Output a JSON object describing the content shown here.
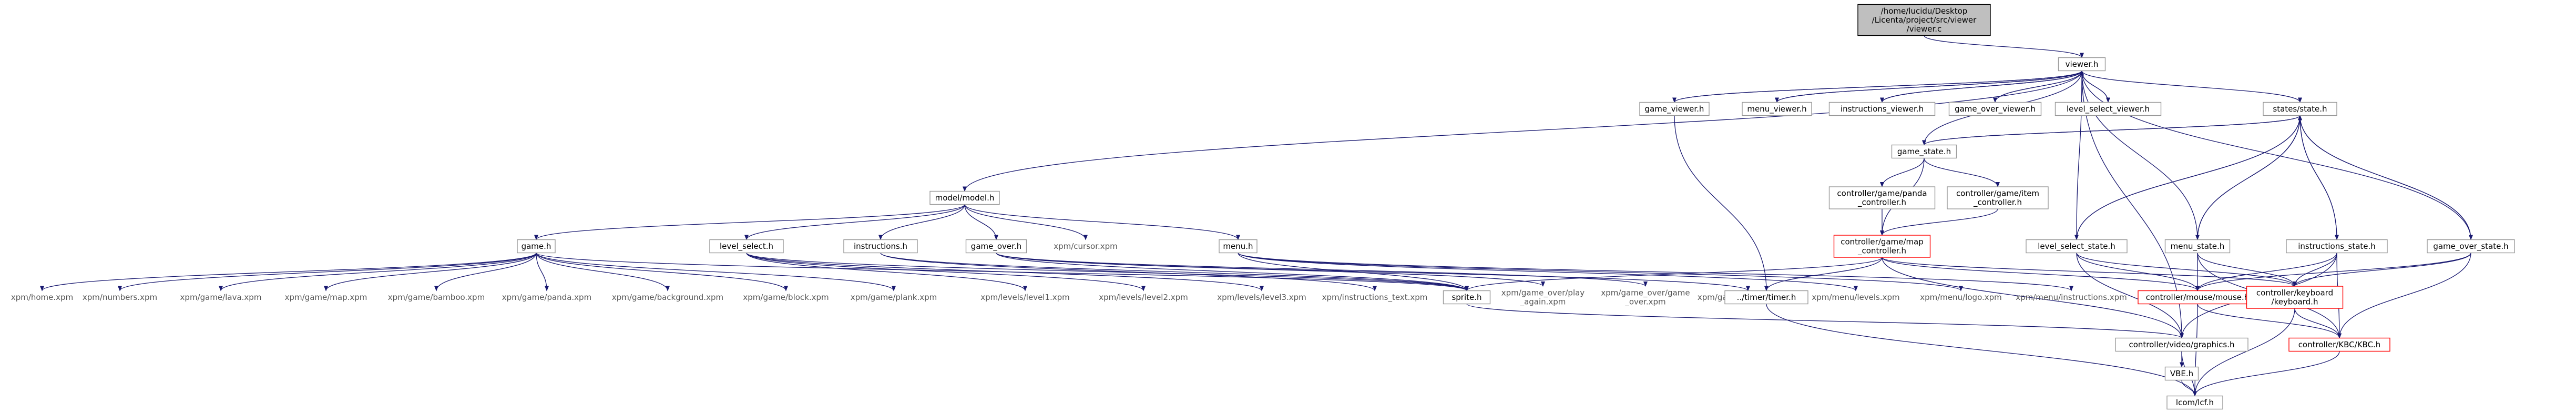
{
  "title": "/home/lucidu/Desktop/Licenta/project/src/viewer/viewer.c",
  "nodes": [
    {
      "id": "root",
      "label": [
        "/home/lucidu/Desktop",
        "/Licenta/project/src/viewer",
        "/viewer.c"
      ],
      "style": "root"
    },
    {
      "id": "viewer_h",
      "label": [
        "viewer.h"
      ]
    },
    {
      "id": "game_viewer_h",
      "label": [
        "game_viewer.h"
      ]
    },
    {
      "id": "menu_viewer_h",
      "label": [
        "menu_viewer.h"
      ]
    },
    {
      "id": "instructions_viewer_h",
      "label": [
        "instructions_viewer.h"
      ]
    },
    {
      "id": "game_over_viewer_h",
      "label": [
        "game_over_viewer.h"
      ]
    },
    {
      "id": "level_select_viewer_h",
      "label": [
        "level_select_viewer.h"
      ]
    },
    {
      "id": "status_h",
      "label": [
        "states/state.h"
      ]
    },
    {
      "id": "game_state_h",
      "label": [
        "game_state.h"
      ]
    },
    {
      "id": "panda_ctrl_h",
      "label": [
        "controller/game/panda",
        "_controller.h"
      ]
    },
    {
      "id": "item_ctrl_h",
      "label": [
        "controller/game/item",
        "_controller.h"
      ]
    },
    {
      "id": "map_ctrl_h",
      "label": [
        "controller/game/map",
        "_controller.h"
      ],
      "style": "incomplete"
    },
    {
      "id": "model_h",
      "label": [
        "model/model.h"
      ]
    },
    {
      "id": "game_h",
      "label": [
        "game.h"
      ]
    },
    {
      "id": "level_select_h",
      "label": [
        "level_select.h"
      ]
    },
    {
      "id": "instructions_h",
      "label": [
        "instructions.h"
      ]
    },
    {
      "id": "game_over_h",
      "label": [
        "game_over.h"
      ]
    },
    {
      "id": "cursor_xpm",
      "label": [
        "xpm/cursor.xpm"
      ],
      "style": "plain"
    },
    {
      "id": "menu_h",
      "label": [
        "menu.h"
      ]
    },
    {
      "id": "level_select_state_h",
      "label": [
        "level_select_state.h"
      ]
    },
    {
      "id": "menu_state_h",
      "label": [
        "menu_state.h"
      ]
    },
    {
      "id": "instructions_state_h",
      "label": [
        "instructions_state.h"
      ]
    },
    {
      "id": "game_over_state_h",
      "label": [
        "game_over_state.h"
      ]
    },
    {
      "id": "home_xpm",
      "label": [
        "xpm/home.xpm"
      ],
      "style": "plain"
    },
    {
      "id": "numbers_xpm",
      "label": [
        "xpm/numbers.xpm"
      ],
      "style": "plain"
    },
    {
      "id": "lava_xpm",
      "label": [
        "xpm/game/lava.xpm"
      ],
      "style": "plain"
    },
    {
      "id": "map_xpm",
      "label": [
        "xpm/game/map.xpm"
      ],
      "style": "plain"
    },
    {
      "id": "bamboo_xpm",
      "label": [
        "xpm/game/bamboo.xpm"
      ],
      "style": "plain"
    },
    {
      "id": "panda_xpm",
      "label": [
        "xpm/game/panda.xpm"
      ],
      "style": "plain"
    },
    {
      "id": "background_xpm",
      "label": [
        "xpm/game/background.xpm"
      ],
      "style": "plain"
    },
    {
      "id": "block_xpm",
      "label": [
        "xpm/game/block.xpm"
      ],
      "style": "plain"
    },
    {
      "id": "plank_xpm",
      "label": [
        "xpm/game/plank.xpm"
      ],
      "style": "plain"
    },
    {
      "id": "level1_xpm",
      "label": [
        "xpm/levels/level1.xpm"
      ],
      "style": "plain"
    },
    {
      "id": "level2_xpm",
      "label": [
        "xpm/levels/level2.xpm"
      ],
      "style": "plain"
    },
    {
      "id": "level3_xpm",
      "label": [
        "xpm/levels/level3.xpm"
      ],
      "style": "plain"
    },
    {
      "id": "instructions_text_xpm",
      "label": [
        "xpm/instructions_text.xpm"
      ],
      "style": "plain"
    },
    {
      "id": "sprite_h",
      "label": [
        "sprite.h"
      ]
    },
    {
      "id": "play_again_xpm",
      "label": [
        "xpm/game_over/play",
        "_again.xpm"
      ],
      "style": "plain"
    },
    {
      "id": "go_game_over_xpm",
      "label": [
        "xpm/game_over/game",
        "_over.xpm"
      ],
      "style": "plain"
    },
    {
      "id": "go_exit_xpm",
      "label": [
        "xpm/game_over/exit.xpm"
      ],
      "style": "plain"
    },
    {
      "id": "menu_levels_xpm",
      "label": [
        "xpm/menu/levels.xpm"
      ],
      "style": "plain"
    },
    {
      "id": "menu_logo_xpm",
      "label": [
        "xpm/menu/logo.xpm"
      ],
      "style": "plain"
    },
    {
      "id": "menu_instructions_xpm",
      "label": [
        "xpm/menu/instructions.xpm"
      ],
      "style": "plain"
    },
    {
      "id": "timer_h",
      "label": [
        "../timer/timer.h"
      ]
    },
    {
      "id": "mouse_h",
      "label": [
        "controller/mouse/mouse.h"
      ],
      "style": "incomplete"
    },
    {
      "id": "keyboard_h",
      "label": [
        "controller/keyboard",
        "/keyboard.h"
      ],
      "style": "incomplete"
    },
    {
      "id": "graphics_h",
      "label": [
        "controller/video/graphics.h"
      ]
    },
    {
      "id": "kbc_h",
      "label": [
        "controller/KBC/KBC.h"
      ],
      "style": "incomplete"
    },
    {
      "id": "vbe_h",
      "label": [
        "VBE.h"
      ]
    },
    {
      "id": "lcom_h",
      "label": [
        "lcom/lcf.h"
      ]
    }
  ],
  "edges": [
    [
      "root",
      "viewer_h"
    ],
    [
      "viewer_h",
      "game_viewer_h"
    ],
    [
      "viewer_h",
      "menu_viewer_h"
    ],
    [
      "viewer_h",
      "instructions_viewer_h"
    ],
    [
      "viewer_h",
      "game_over_viewer_h"
    ],
    [
      "viewer_h",
      "level_select_viewer_h"
    ],
    [
      "viewer_h",
      "status_h"
    ],
    [
      "viewer_h",
      "model_h"
    ],
    [
      "viewer_h",
      "graphics_h"
    ],
    [
      "game_viewer_h",
      "viewer_h"
    ],
    [
      "game_viewer_h",
      "timer_h"
    ],
    [
      "menu_viewer_h",
      "viewer_h"
    ],
    [
      "instructions_viewer_h",
      "viewer_h"
    ],
    [
      "game_over_viewer_h",
      "viewer_h"
    ],
    [
      "level_select_viewer_h",
      "viewer_h"
    ],
    [
      "status_h",
      "game_state_h"
    ],
    [
      "status_h",
      "menu_state_h"
    ],
    [
      "status_h",
      "level_select_state_h"
    ],
    [
      "status_h",
      "instructions_state_h"
    ],
    [
      "status_h",
      "game_over_state_h"
    ],
    [
      "game_state_h",
      "status_h"
    ],
    [
      "game_state_h",
      "viewer_h"
    ],
    [
      "game_state_h",
      "panda_ctrl_h"
    ],
    [
      "game_state_h",
      "item_ctrl_h"
    ],
    [
      "game_state_h",
      "map_ctrl_h"
    ],
    [
      "panda_ctrl_h",
      "map_ctrl_h"
    ],
    [
      "item_ctrl_h",
      "map_ctrl_h"
    ],
    [
      "map_ctrl_h",
      "timer_h"
    ],
    [
      "map_ctrl_h",
      "sprite_h"
    ],
    [
      "map_ctrl_h",
      "mouse_h"
    ],
    [
      "map_ctrl_h",
      "keyboard_h"
    ],
    [
      "map_ctrl_h",
      "graphics_h"
    ],
    [
      "model_h",
      "game_h"
    ],
    [
      "model_h",
      "level_select_h"
    ],
    [
      "model_h",
      "instructions_h"
    ],
    [
      "model_h",
      "game_over_h"
    ],
    [
      "model_h",
      "cursor_xpm"
    ],
    [
      "model_h",
      "menu_h"
    ],
    [
      "game_h",
      "home_xpm"
    ],
    [
      "game_h",
      "numbers_xpm"
    ],
    [
      "game_h",
      "lava_xpm"
    ],
    [
      "game_h",
      "map_xpm"
    ],
    [
      "game_h",
      "bamboo_xpm"
    ],
    [
      "game_h",
      "panda_xpm"
    ],
    [
      "game_h",
      "background_xpm"
    ],
    [
      "game_h",
      "block_xpm"
    ],
    [
      "game_h",
      "plank_xpm"
    ],
    [
      "game_h",
      "sprite_h"
    ],
    [
      "level_select_h",
      "level1_xpm"
    ],
    [
      "level_select_h",
      "level2_xpm"
    ],
    [
      "level_select_h",
      "level3_xpm"
    ],
    [
      "level_select_h",
      "sprite_h"
    ],
    [
      "instructions_h",
      "instructions_text_xpm"
    ],
    [
      "instructions_h",
      "sprite_h"
    ],
    [
      "game_over_h",
      "sprite_h"
    ],
    [
      "game_over_h",
      "play_again_xpm"
    ],
    [
      "game_over_h",
      "go_game_over_xpm"
    ],
    [
      "game_over_h",
      "go_exit_xpm"
    ],
    [
      "menu_h",
      "sprite_h"
    ],
    [
      "menu_h",
      "menu_levels_xpm"
    ],
    [
      "menu_h",
      "menu_logo_xpm"
    ],
    [
      "menu_h",
      "menu_instructions_xpm"
    ],
    [
      "sprite_h",
      "graphics_h"
    ],
    [
      "level_select_state_h",
      "viewer_h"
    ],
    [
      "level_select_state_h",
      "status_h"
    ],
    [
      "level_select_state_h",
      "mouse_h"
    ],
    [
      "level_select_state_h",
      "keyboard_h"
    ],
    [
      "level_select_state_h",
      "graphics_h"
    ],
    [
      "menu_state_h",
      "viewer_h"
    ],
    [
      "menu_state_h",
      "status_h"
    ],
    [
      "menu_state_h",
      "mouse_h"
    ],
    [
      "menu_state_h",
      "keyboard_h"
    ],
    [
      "menu_state_h",
      "kbc_h"
    ],
    [
      "instructions_state_h",
      "status_h"
    ],
    [
      "instructions_state_h",
      "mouse_h"
    ],
    [
      "instructions_state_h",
      "keyboard_h"
    ],
    [
      "instructions_state_h",
      "graphics_h"
    ],
    [
      "instructions_state_h",
      "kbc_h"
    ],
    [
      "game_over_state_h",
      "viewer_h"
    ],
    [
      "game_over_state_h",
      "status_h"
    ],
    [
      "game_over_state_h",
      "mouse_h"
    ],
    [
      "game_over_state_h",
      "keyboard_h"
    ],
    [
      "game_over_state_h",
      "kbc_h"
    ],
    [
      "mouse_h",
      "kbc_h"
    ],
    [
      "mouse_h",
      "lcom_h"
    ],
    [
      "keyboard_h",
      "kbc_h"
    ],
    [
      "keyboard_h",
      "lcom_h"
    ],
    [
      "graphics_h",
      "vbe_h"
    ],
    [
      "graphics_h",
      "lcom_h"
    ],
    [
      "kbc_h",
      "lcom_h"
    ],
    [
      "vbe_h",
      "lcom_h"
    ],
    [
      "timer_h",
      "lcom_h"
    ]
  ]
}
